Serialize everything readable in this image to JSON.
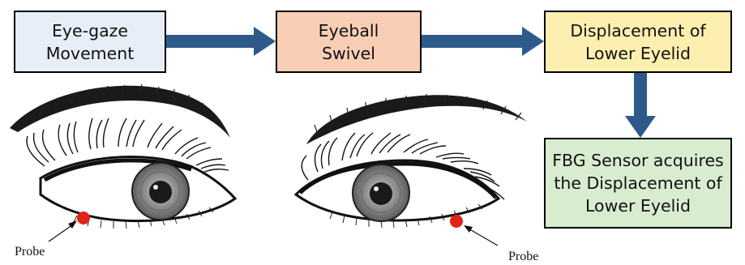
{
  "colors": {
    "box1_fill": "#e8eef8",
    "box2_fill": "#f8cfb5",
    "box3_fill": "#fdefb0",
    "box4_fill": "#d8ecd0",
    "arrow": "#2e5a8a",
    "probe_dot": "#e2231a"
  },
  "flow": {
    "box1": {
      "line1": "Eye-gaze",
      "line2": "Movement"
    },
    "box2": {
      "line1": "Eyeball",
      "line2": "Swivel"
    },
    "box3": {
      "line1": "Displacement of",
      "line2": "Lower Eyelid"
    },
    "box4": {
      "line1": "FBG Sensor acquires",
      "line2": "the Displacement of",
      "line3": "Lower Eyelid"
    }
  },
  "labels": {
    "probe_left": "Probe",
    "probe_right": "Probe"
  },
  "icons": [
    "left-eye-illustration",
    "right-eye-illustration",
    "probe-dot",
    "arrow"
  ]
}
